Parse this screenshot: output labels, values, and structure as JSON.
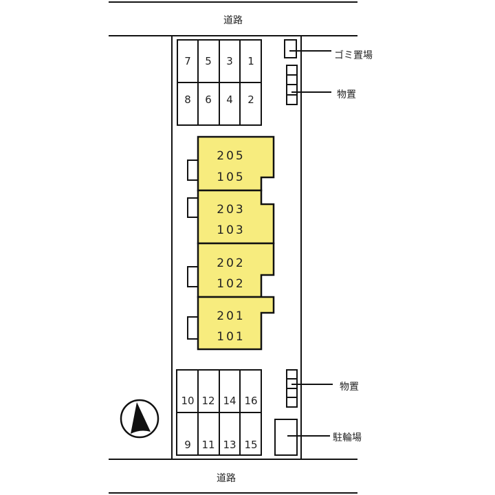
{
  "colors": {
    "building": "#f7ec7e",
    "line": "#111111"
  },
  "roads": {
    "top": "道路",
    "bottom": "道路"
  },
  "parking_top": {
    "row1": [
      "7",
      "5",
      "3",
      "1"
    ],
    "row2": [
      "8",
      "6",
      "4",
      "2"
    ]
  },
  "parking_bottom": {
    "row1": [
      "10",
      "12",
      "14",
      "16"
    ],
    "row2": [
      "9",
      "11",
      "13",
      "15"
    ]
  },
  "units": [
    {
      "upper": "205",
      "lower": "105"
    },
    {
      "upper": "203",
      "lower": "103"
    },
    {
      "upper": "202",
      "lower": "102"
    },
    {
      "upper": "201",
      "lower": "101"
    }
  ],
  "labels": {
    "garbage": "ゴミ置場",
    "storage_top": "物置",
    "storage_bottom": "物置",
    "bicycle": "駐輪場"
  },
  "compass": "north-arrow-icon"
}
